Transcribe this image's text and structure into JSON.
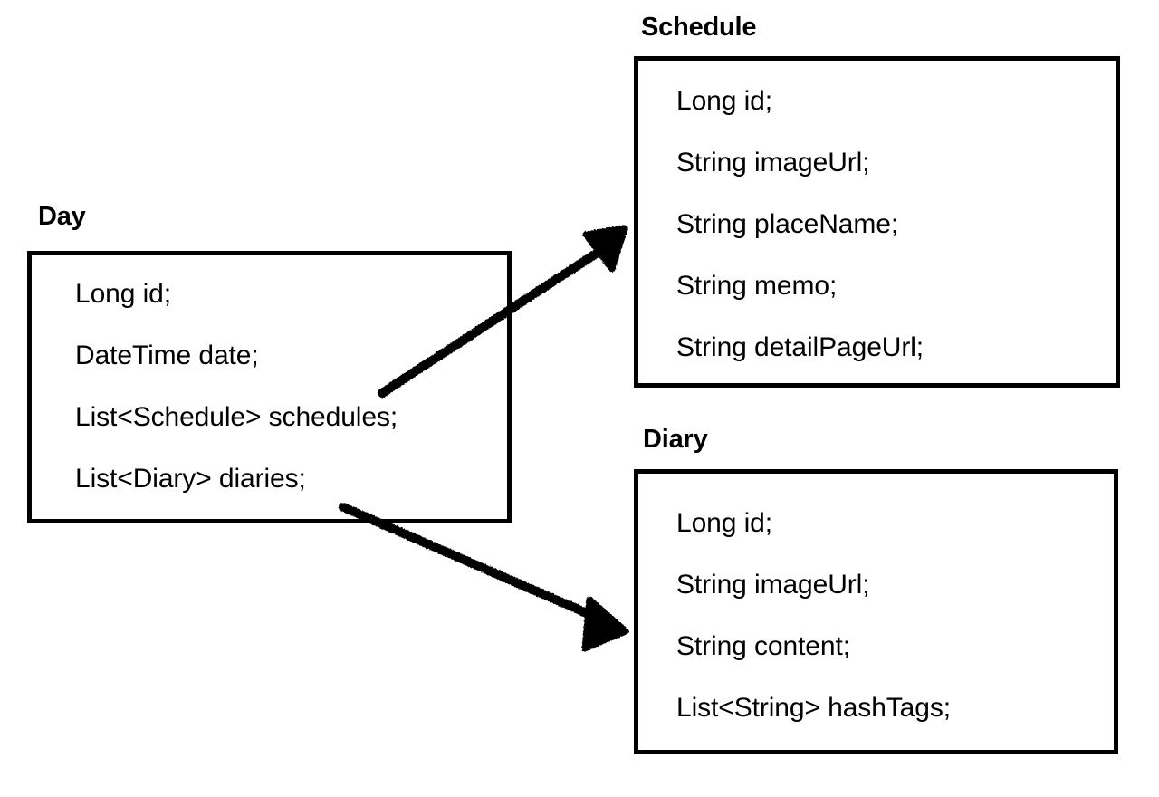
{
  "diagram": {
    "title": "Day / Schedule / Diary class relationship diagram",
    "background_color": "#ffffff",
    "stroke_color": "#000000",
    "text_color": "#000000"
  },
  "entities": [
    {
      "id": "day",
      "name": "Day",
      "fields": [
        "Long id;",
        "DateTime date;",
        "List<Schedule> schedules;",
        "List<Diary> diaries;"
      ]
    },
    {
      "id": "schedule",
      "name": "Schedule",
      "fields": [
        "Long id;",
        "String imageUrl;",
        "String placeName;",
        "String memo;",
        "String detailPageUrl;"
      ]
    },
    {
      "id": "diary",
      "name": "Diary",
      "fields": [
        "Long id;",
        "String imageUrl;",
        "String content;",
        "List<String> hashTags;"
      ]
    }
  ],
  "arrows": [
    {
      "id": "day-to-schedule",
      "from": "day",
      "to": "schedule",
      "style": "solid-filled-arrowhead",
      "color": "#000000"
    },
    {
      "id": "day-to-diary",
      "from": "day",
      "to": "diary",
      "style": "solid-filled-arrowhead",
      "color": "#000000"
    }
  ]
}
